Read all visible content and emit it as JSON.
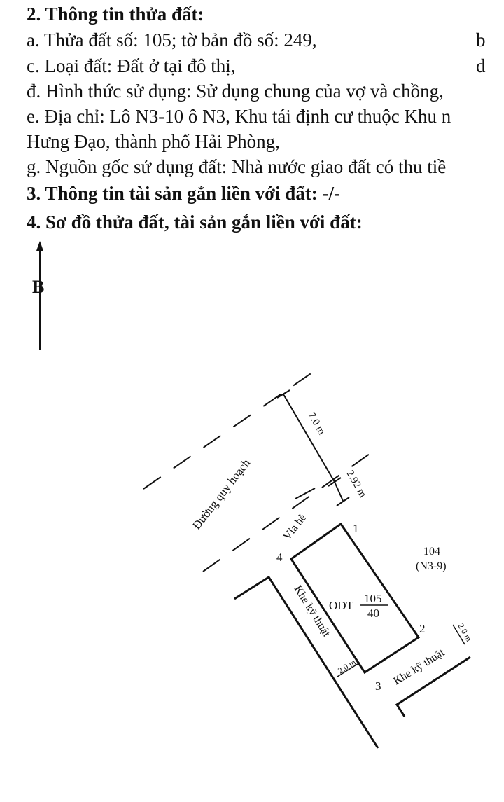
{
  "sections": {
    "land_info_heading": "2. Thông tin thửa đất:",
    "line_a": "a. Thửa đất số: 105; tờ bản đồ số: 249,",
    "line_a_cut": "b",
    "line_c": "c. Loại đất: Đất ở tại đô thị,",
    "line_c_cut": "d",
    "line_d": "đ. Hình thức sử dụng: Sử dụng chung của vợ và chồng,",
    "line_e1": "e. Địa chỉ: Lô N3-10 ô N3, Khu tái định cư thuộc Khu n",
    "line_e2": "Hưng Đạo, thành phố Hải Phòng,",
    "line_g": "g. Nguồn gốc sử dụng đất: Nhà nước giao đất có thu tiề",
    "assets_heading": "3. Thông tin tài sản gắn liền với đất: -/-",
    "diagram_heading": "4. Sơ đồ thửa đất, tài sản gắn liền với đất:"
  },
  "diagram": {
    "north_label": "B",
    "road_label": "Đường quy hoạch",
    "road_width_label": "7.0 m",
    "sidewalk_label": "Vỉa hè",
    "sidewalk_width_label": "2.92 m",
    "corner_1": "1",
    "corner_2": "2",
    "corner_3": "3",
    "corner_4": "4",
    "land_code": "ODT",
    "parcel_number": "105",
    "parcel_area": "40",
    "neighbor_number": "104",
    "neighbor_code": "(N3-9)",
    "gap_left_label": "Khe kỹ thuật",
    "gap_left_width": "2.0 m",
    "gap_bottom_label": "Khe kỹ thuật",
    "gap_bottom_width": "2.0 m"
  }
}
